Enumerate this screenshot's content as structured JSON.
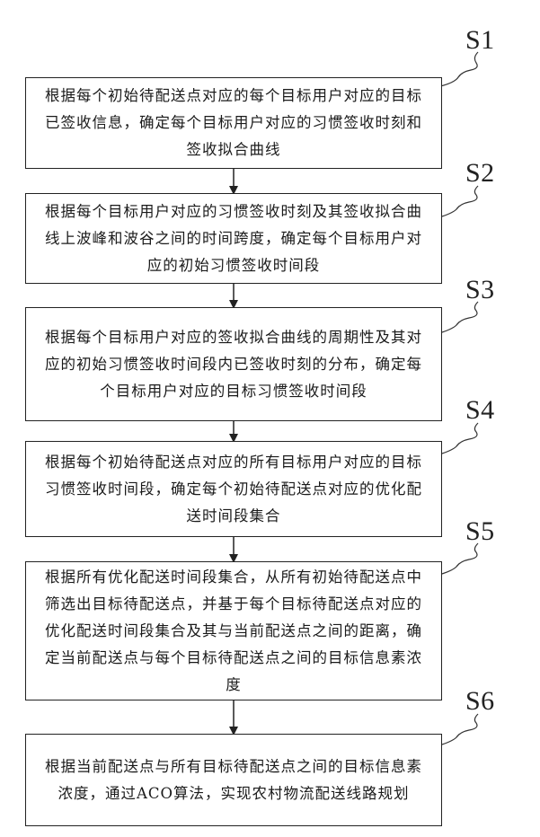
{
  "flowchart": {
    "steps": [
      {
        "label": "S1",
        "text": "根据每个初始待配送点对应的每个目标用户对应的目标已签收信息，确定每个目标用户对应的习惯签收时刻和签收拟合曲线"
      },
      {
        "label": "S2",
        "text": "根据每个目标用户对应的习惯签收时刻及其签收拟合曲线上波峰和波谷之间的时间跨度，确定每个目标用户对应的初始习惯签收时间段"
      },
      {
        "label": "S3",
        "text": "根据每个目标用户对应的签收拟合曲线的周期性及其对应的初始习惯签收时间段内已签收时刻的分布，确定每个目标用户对应的目标习惯签收时间段"
      },
      {
        "label": "S4",
        "text": "根据每个初始待配送点对应的所有目标用户对应的目标习惯签收时间段，确定每个初始待配送点对应的优化配送时间段集合"
      },
      {
        "label": "S5",
        "text": "根据所有优化配送时间段集合，从所有初始待配送点中筛选出目标待配送点，并基于每个目标待配送点对应的优化配送时间段集合及其与当前配送点之间的距离，确定当前配送点与每个目标待配送点之间的目标信息素浓度"
      },
      {
        "label": "S6",
        "text": "根据当前配送点与所有目标待配送点之间的目标信息素浓度，通过ACO算法，实现农村物流配送线路规划"
      }
    ]
  }
}
